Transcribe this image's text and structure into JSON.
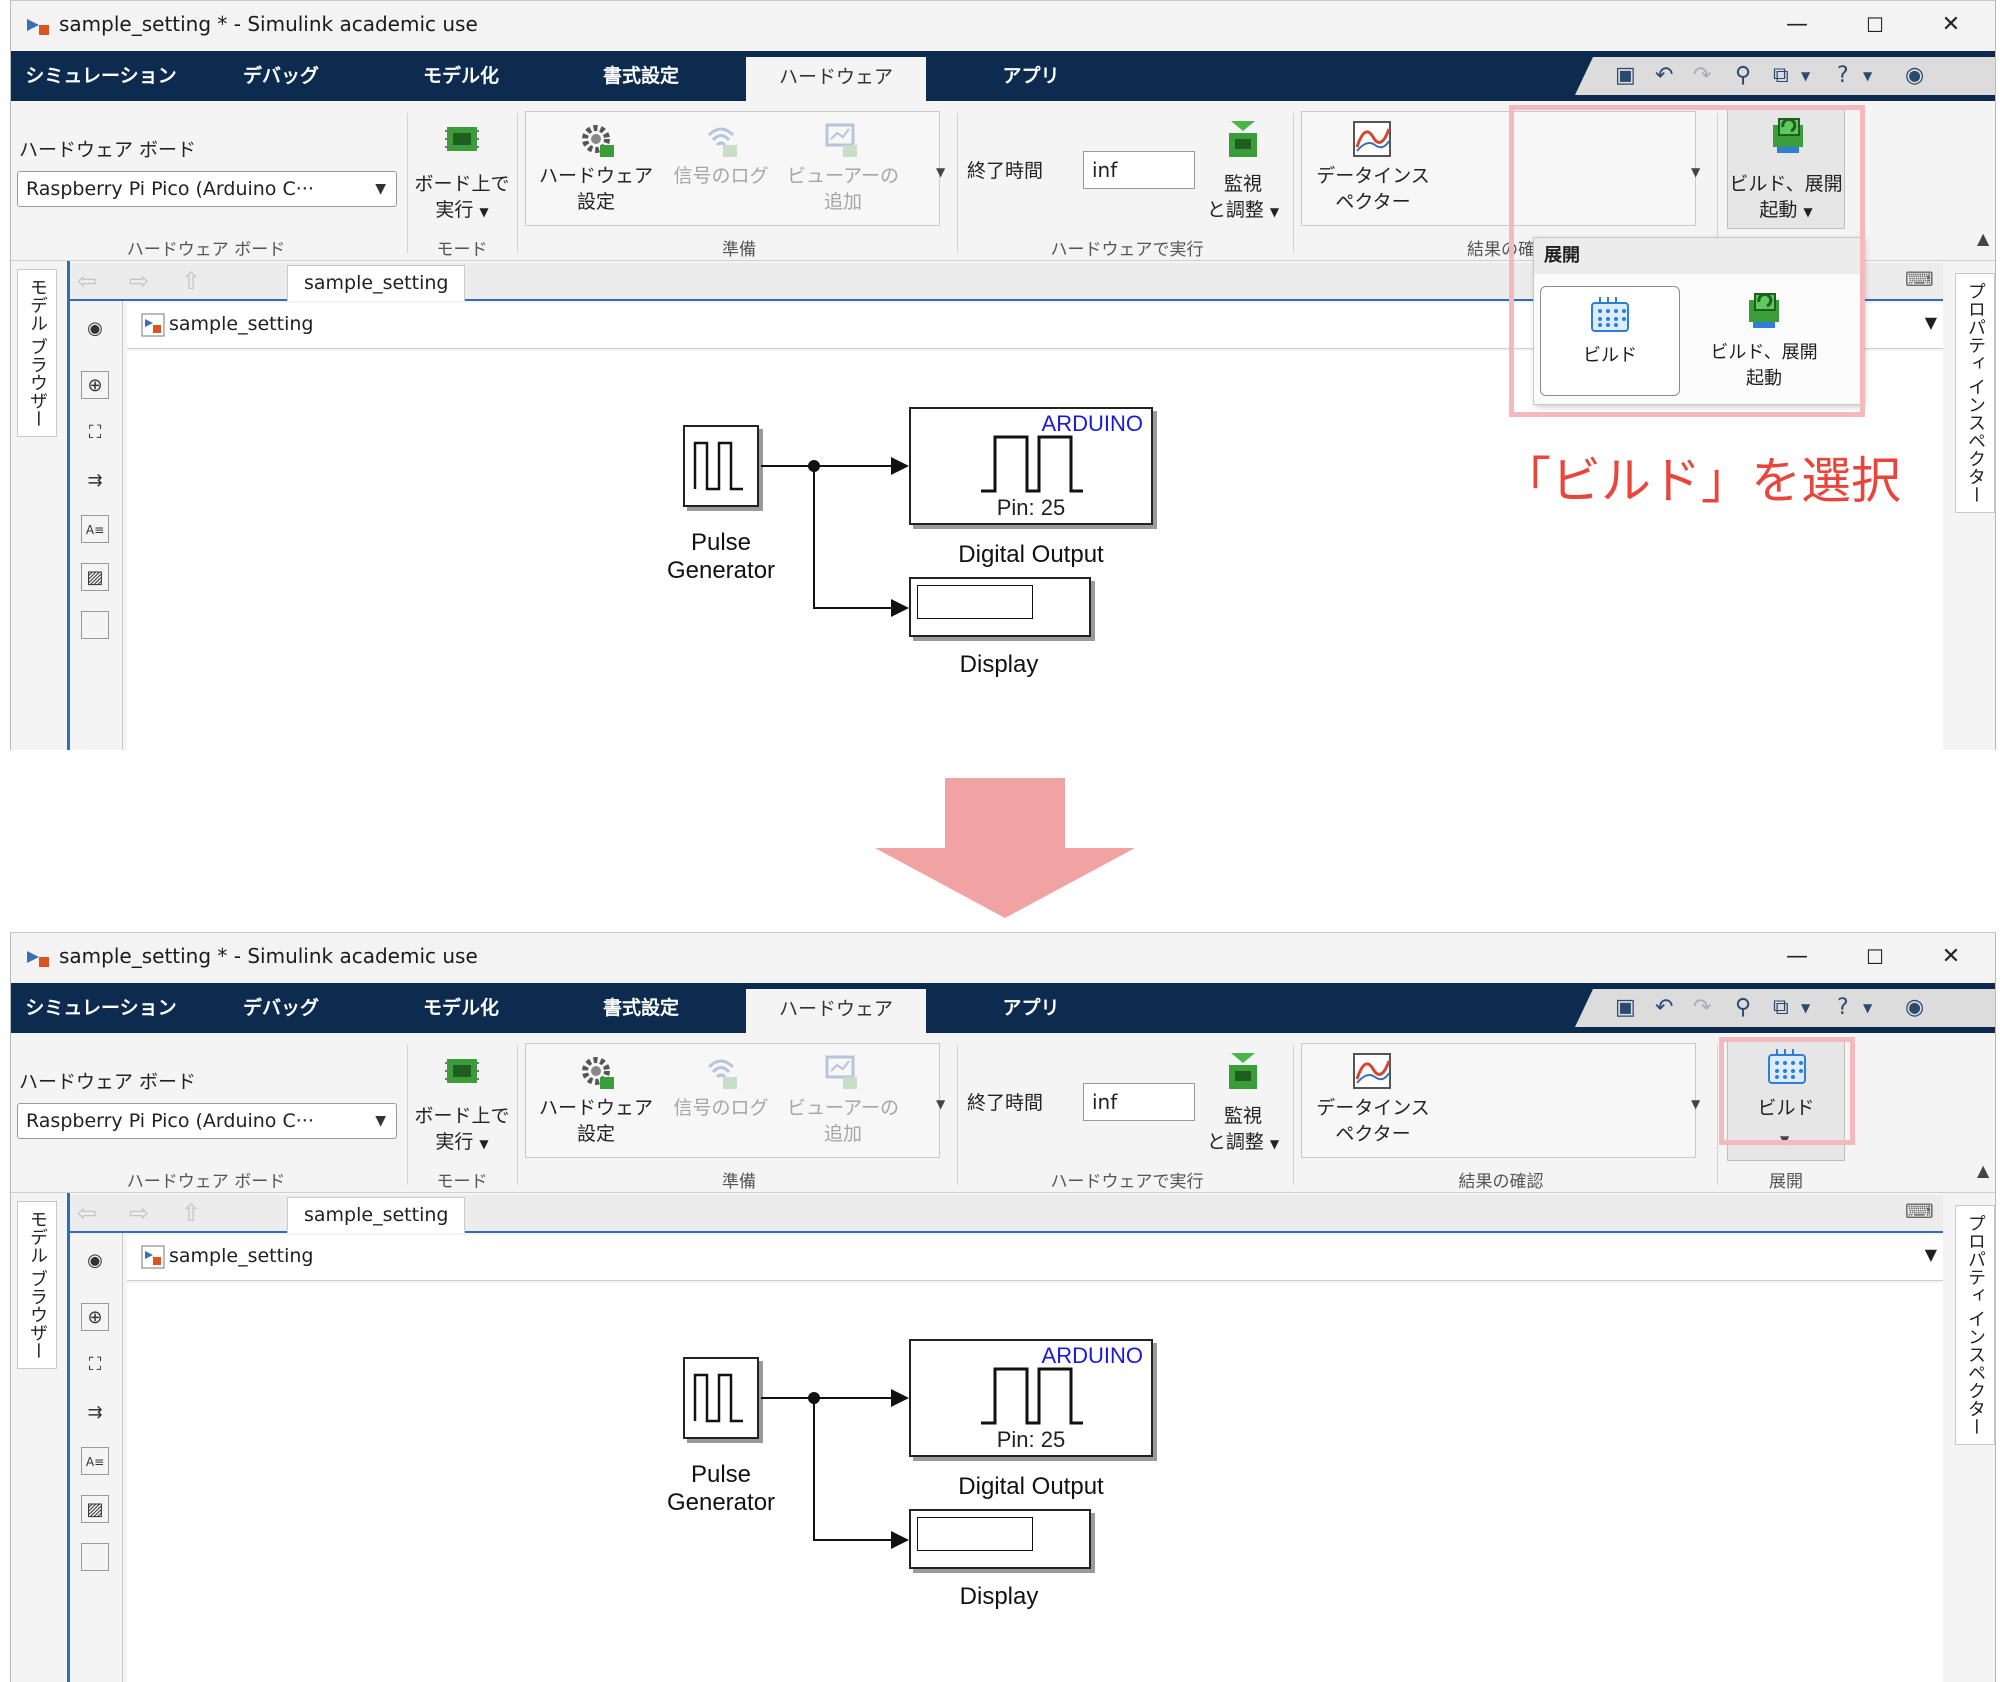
{
  "window": {
    "title": "sample_setting * - Simulink academic use",
    "min_glyph": "—",
    "max_glyph": "☐",
    "close_glyph": "✕"
  },
  "tabs": [
    "シミュレーション",
    "デバッグ",
    "モデル化",
    "書式設定",
    "ハードウェア",
    "アプリ"
  ],
  "active_tab": "ハードウェア",
  "ribbon": {
    "hw_board_label": "ハードウェア ボード",
    "hw_board_value": "Raspberry Pi Pico (Arduino C···",
    "hw_board_group": "ハードウェア ボード",
    "run_on_board_line1": "ボード上で",
    "run_on_board_line2": "実行",
    "mode_group": "モード",
    "hw_settings_line1": "ハードウェア",
    "hw_settings_line2": "設定",
    "signal_log": "信号のログ",
    "add_viewer_line1": "ビューアーの",
    "add_viewer_line2": "追加",
    "prepare_group": "準備",
    "stop_time_label": "終了時間",
    "stop_time_value": "inf",
    "monitor_line1": "監視",
    "monitor_line2": "と調整",
    "run_on_hw_group": "ハードウェアで実行",
    "data_inspector_line1": "データインス",
    "data_inspector_line2": "ペクター",
    "review_group_partial": "結果の確",
    "review_group": "結果の確認",
    "build_deploy_line1": "ビルド、展開",
    "build_deploy_line2": "起動",
    "build_label": "ビルド",
    "deploy_group": "展開"
  },
  "popup": {
    "header": "展開",
    "item_build": "ビルド",
    "item_build_deploy_line1": "ビルド、展開",
    "item_build_deploy_line2": "起動"
  },
  "annotation": "「ビルド」を選択",
  "side": {
    "model_browser": "モデル ブラウザー",
    "property_inspector": "プロパティ インスペクター"
  },
  "editor": {
    "breadcrumb_tab": "sample_setting",
    "address": "sample_setting"
  },
  "diagram": {
    "pulse_line1": "Pulse",
    "pulse_line2": "Generator",
    "arduino_brand": "ARDUINO",
    "pin_text": "Pin: 25",
    "digital_output": "Digital Output",
    "display": "Display"
  },
  "colors": {
    "tabbar": "#0d2b4f",
    "highlight": "#f3b9bf",
    "annotation": "#e8453c",
    "arrow": "#f1a3a3",
    "arduino": "#1a1ad6",
    "editor_border": "#2f6db6"
  }
}
